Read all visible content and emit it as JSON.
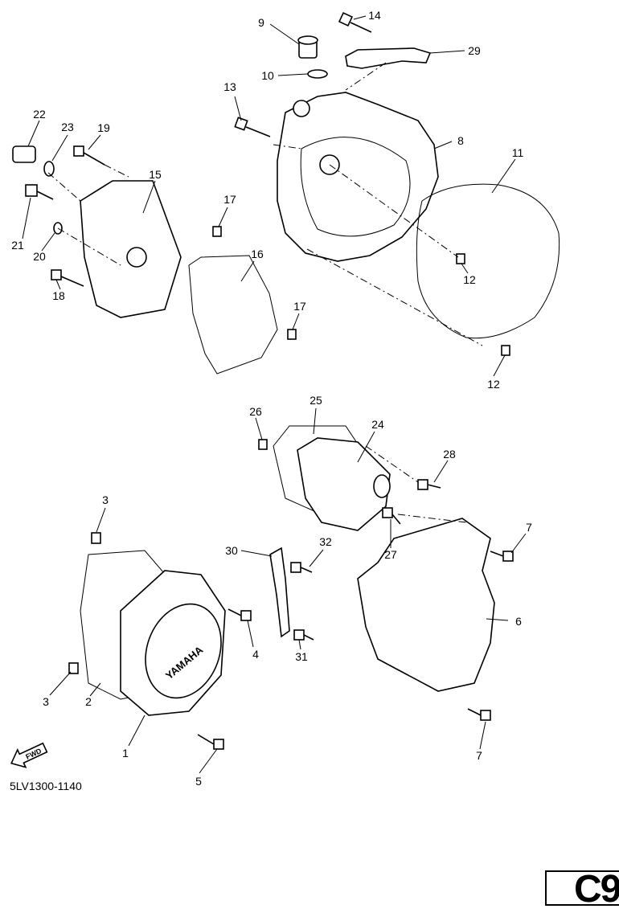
{
  "diagram": {
    "drawing_code": "5LV1300-1140",
    "page_ref": "C9",
    "fwd_label": "FWD",
    "cover_logo": "YAMAHA",
    "callouts": [
      "14",
      "9",
      "29",
      "10",
      "13",
      "8",
      "22",
      "23",
      "19",
      "15",
      "11",
      "17",
      "21",
      "20",
      "16",
      "12",
      "18",
      "17",
      "12",
      "25",
      "26",
      "24",
      "28",
      "3",
      "32",
      "30",
      "27",
      "7",
      "6",
      "4",
      "31",
      "3",
      "2",
      "1",
      "7",
      "5"
    ]
  }
}
